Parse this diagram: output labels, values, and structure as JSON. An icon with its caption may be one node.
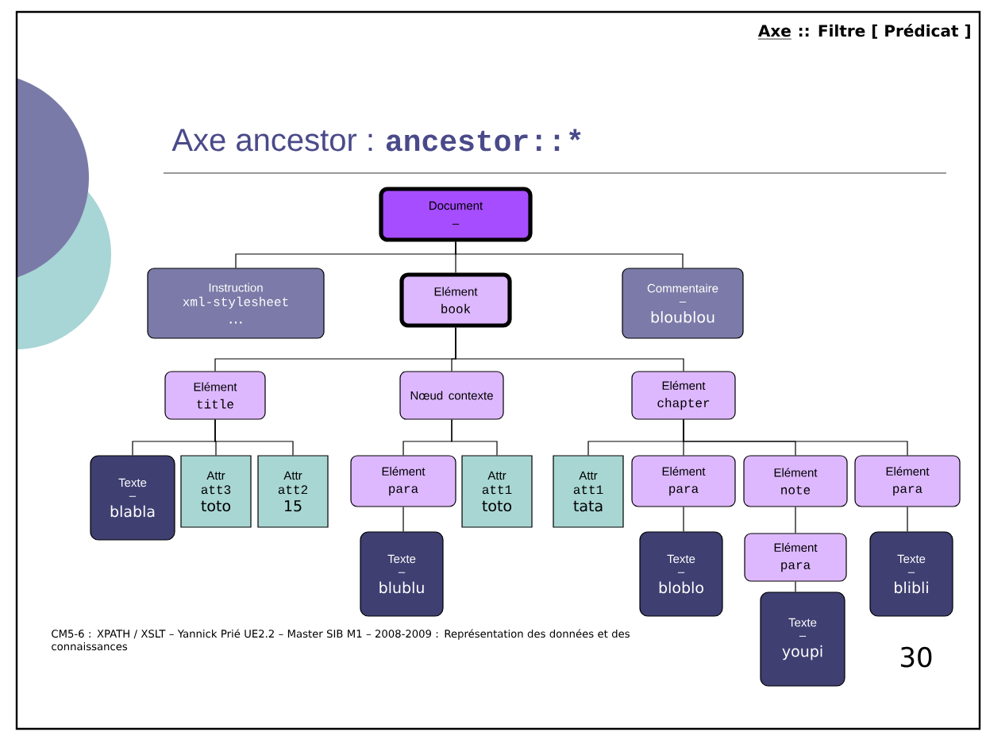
{
  "diagram": {
    "title": "Axe ancestor :",
    "nodes": [
      {
        "text": [
          "Document",
          "–"
        ]
      },
      {
        "text": [
          "Instruction",
          "xml-stylesheet",
          "…"
        ]
      },
      {
        "text": [
          "Elément",
          "book"
        ]
      },
      {
        "text": [
          "Commentaire",
          "–",
          "bloublou"
        ]
      },
      {
        "text": [
          "Elément",
          "title"
        ]
      },
      {
        "text": [
          "Nœud contexte"
        ]
      },
      {
        "text": [
          "Elément",
          "chapter"
        ]
      },
      {
        "text": [
          "Texte",
          "–",
          "blabla"
        ]
      },
      {
        "text": [
          "Attr",
          "att3",
          "toto"
        ]
      },
      {
        "text": [
          "Attr",
          "att2",
          "15"
        ]
      },
      {
        "text": [
          "Elément",
          "para"
        ]
      },
      {
        "text": [
          "Attr",
          "att1",
          "toto"
        ]
      },
      {
        "text": [
          "Attr",
          "att1",
          "tata"
        ]
      },
      {
        "text": [
          "Elément",
          "para"
        ]
      },
      {
        "text": [
          "Elément",
          "note"
        ]
      },
      {
        "text": [
          "Elément",
          "para"
        ]
      },
      {
        "text": [
          "Texte",
          "–",
          "blublu"
        ]
      },
      {
        "text": [
          "Texte",
          "–",
          "bloblo"
        ]
      },
      {
        "text": [
          "Elément",
          "para"
        ]
      },
      {
        "text": [
          "Texte",
          "–",
          "blibli"
        ]
      },
      {
        "text": [
          "Texte",
          "–",
          "youpi"
        ]
      }
    ],
    "edges": [
      {
        "from": 0,
        "to": 1,
        "arrow": "none"
      },
      {
        "from": 0,
        "to": 2,
        "arrow": "none"
      },
      {
        "from": 0,
        "to": 3,
        "arrow": "none"
      },
      {
        "from": 2,
        "to": 4,
        "arrow": "none"
      },
      {
        "from": 2,
        "to": 5,
        "arrow": "none"
      },
      {
        "from": 2,
        "to": 6,
        "arrow": "none"
      },
      {
        "from": 4,
        "to": 7,
        "arrow": "none"
      },
      {
        "from": 4,
        "to": 8,
        "arrow": "none"
      },
      {
        "from": 4,
        "to": 9,
        "arrow": "none"
      },
      {
        "from": 5,
        "to": 10,
        "arrow": "none"
      },
      {
        "from": 5,
        "to": 11,
        "arrow": "none"
      },
      {
        "from": 6,
        "to": 12,
        "arrow": "none"
      },
      {
        "from": 6,
        "to": 13,
        "arrow": "none"
      },
      {
        "from": 6,
        "to": 14,
        "arrow": "none"
      },
      {
        "from": 6,
        "to": 15,
        "arrow": "none"
      },
      {
        "from": 10,
        "to": 16,
        "arrow": "none"
      },
      {
        "from": 13,
        "to": 17,
        "arrow": "none"
      },
      {
        "from": 14,
        "to": 18,
        "arrow": "none"
      },
      {
        "from": 15,
        "to": 19,
        "arrow": "none"
      },
      {
        "from": 18,
        "to": 20,
        "arrow": "none"
      }
    ],
    "labels": [
      "Axe",
      ":: Filtre [ Prédicat ]",
      "ancestor::*",
      "CM5-6 : XPATH / XSLT – Yannick Prié UE2.2 – Master SIB M1 – 2008-2009 : Représentation des données et des connaissances",
      "30"
    ]
  }
}
